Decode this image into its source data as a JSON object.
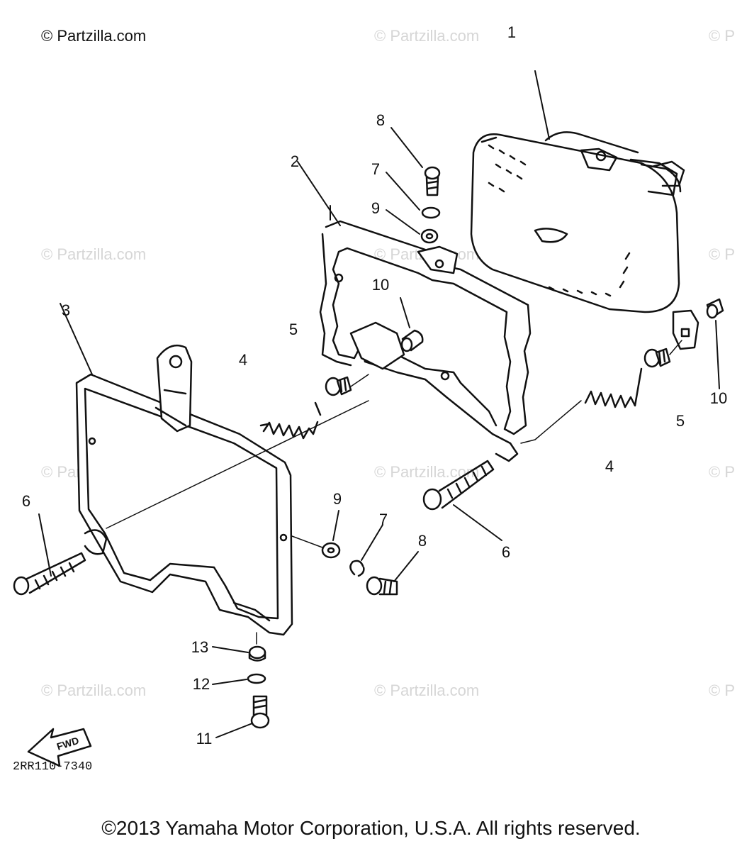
{
  "watermark_text": "© Partzilla.com",
  "watermark_edge": "© P",
  "callouts": [
    "1",
    "8",
    "7",
    "2",
    "9",
    "10",
    "3",
    "5",
    "4",
    "10",
    "5",
    "4",
    "6",
    "9",
    "7",
    "8",
    "6",
    "13",
    "12",
    "11"
  ],
  "fwd_label": "FWD",
  "diagram_code": "2RR110-7340",
  "copyright": "©2013 Yamaha Motor Corporation, U.S.A. All rights reserved."
}
